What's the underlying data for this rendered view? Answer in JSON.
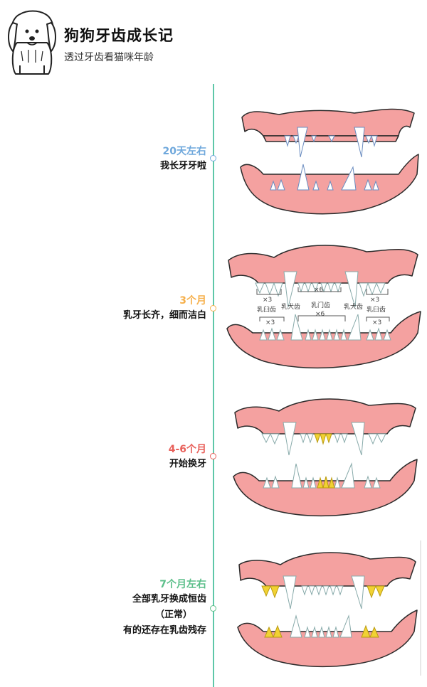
{
  "header": {
    "title": "狗狗牙齿成长记",
    "subtitle": "透过牙齿看猫咪年龄",
    "logo_icon": "dog-illustration"
  },
  "colors": {
    "timeline": "#5ec7a8",
    "gum": "#f4a1a0",
    "gum_edge": "#2b2b2b",
    "tooth": "#ffffff",
    "tooth_yellow": "#f1d233"
  },
  "stages": [
    {
      "title": "20天左右",
      "color": "#6fa8dc",
      "desc": [
        "我长牙牙啦"
      ]
    },
    {
      "title": "3个月",
      "color": "#f6b04b",
      "desc": [
        "乳牙长齐，细而洁白"
      ]
    },
    {
      "title": "4-6个月",
      "color": "#e8605a",
      "desc": [
        "开始换牙"
      ]
    },
    {
      "title": "7个月左右",
      "color": "#5cbf8a",
      "desc": [
        "全部乳牙换成恒齿",
        "（正常）",
        "有的还存在乳齿残存"
      ]
    }
  ],
  "diagram_labels": {
    "x3_upper_left": "×3",
    "x6_upper": "×6",
    "x3_upper_right": "×3",
    "incisor": "乳门齿",
    "molar_left": "乳臼齿",
    "canine_left": "乳犬齿",
    "canine_right": "乳犬齿",
    "molar_right": "乳臼齿",
    "x3_lower_left": "×3",
    "x6_lower": "×6",
    "x3_lower_right": "×3"
  }
}
